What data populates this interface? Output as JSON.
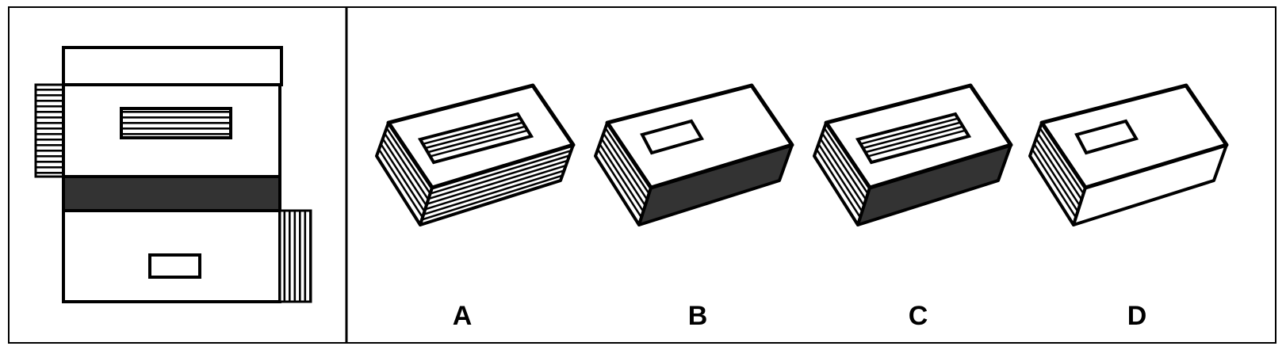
{
  "colors": {
    "stroke": "#000000",
    "dark_face": "#333333",
    "background": "#ffffff"
  },
  "options": [
    {
      "label": "A",
      "top_pattern": "striped-rectangle",
      "front_face": "striped",
      "side_face": "striped"
    },
    {
      "label": "B",
      "top_pattern": "small-rectangle",
      "front_face": "dark",
      "side_face": "striped"
    },
    {
      "label": "C",
      "top_pattern": "striped-rectangle",
      "front_face": "dark",
      "side_face": "striped"
    },
    {
      "label": "D",
      "top_pattern": "small-rectangle",
      "front_face": "white",
      "side_face": "striped"
    }
  ]
}
